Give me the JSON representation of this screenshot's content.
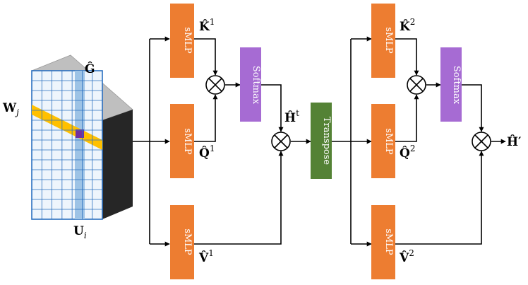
{
  "tensor": {
    "top_label": {
      "main": "Ĝ",
      "sup": "",
      "sub": ""
    },
    "left_label": {
      "main": "W",
      "sup": "",
      "sub": "j"
    },
    "bottom_label": {
      "main": "U",
      "sup": "",
      "sub": "i"
    }
  },
  "stage1": {
    "smlp_k": "sMLP",
    "smlp_q": "sMLP",
    "smlp_v": "sMLP",
    "softmax": "Softmax",
    "k_label": {
      "main": "K̂",
      "sup": "1",
      "sub": ""
    },
    "q_label": {
      "main": "Q̂",
      "sup": "1",
      "sub": ""
    },
    "v_label": {
      "main": "V̂",
      "sup": "1",
      "sub": ""
    },
    "h_label": {
      "main": "Ĥ",
      "sup": "t",
      "sub": ""
    }
  },
  "transpose": "Transpose",
  "stage2": {
    "smlp_k": "sMLP",
    "smlp_q": "sMLP",
    "smlp_v": "sMLP",
    "softmax": "Softmax",
    "k_label": {
      "main": "K̂",
      "sup": "2",
      "sub": ""
    },
    "q_label": {
      "main": "Q̂",
      "sup": "2",
      "sub": ""
    },
    "v_label": {
      "main": "V̂",
      "sup": "2",
      "sub": ""
    },
    "out_label": {
      "main": "Ĥ′",
      "sup": "",
      "sub": ""
    }
  },
  "colors": {
    "smlp": "#ed7d31",
    "softmax": "#a66bd3",
    "transpose": "#548235",
    "grid_fill": "#eef5fc",
    "grid_col": "#9dc3e6",
    "grid_row": "#ffc000",
    "grid_cell": "#7030a0",
    "cube_top": "#bfbfbf",
    "cube_side": "#262626"
  }
}
